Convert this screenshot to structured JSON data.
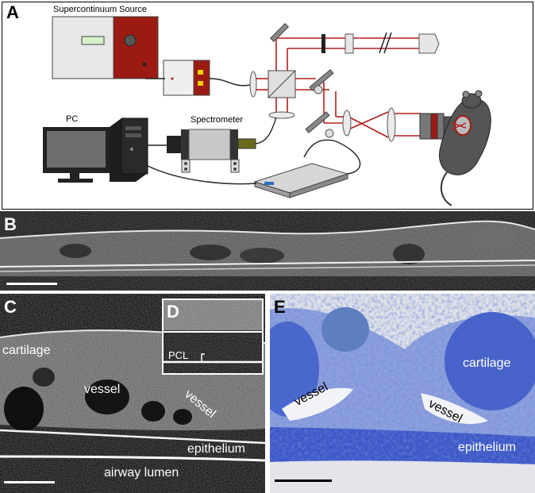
{
  "figure": {
    "panels": {
      "A": {
        "letter": "A",
        "labels": {
          "source": "Supercontinuum Source",
          "pc": "PC",
          "spectrometer": "Spectrometer"
        }
      },
      "B": {
        "letter": "B"
      },
      "C": {
        "letter": "C",
        "labels": {
          "cartilage": "cartilage",
          "vessel1": "vessel",
          "vessel2": "vessel",
          "epithelium": "epithelium",
          "lumen": "airway lumen"
        }
      },
      "D": {
        "letter": "D",
        "labels": {
          "pcl": "PCL"
        }
      },
      "E": {
        "letter": "E",
        "labels": {
          "cartilage": "cartilage",
          "vessel1": "vessel",
          "vessel2": "vessel",
          "epithelium": "epithelium"
        }
      }
    },
    "colors": {
      "source_red": "#9b1b12",
      "beam_red": "#b31e1e",
      "stain_blue": "#2f4fb8",
      "oct_dark": "#111111"
    }
  }
}
